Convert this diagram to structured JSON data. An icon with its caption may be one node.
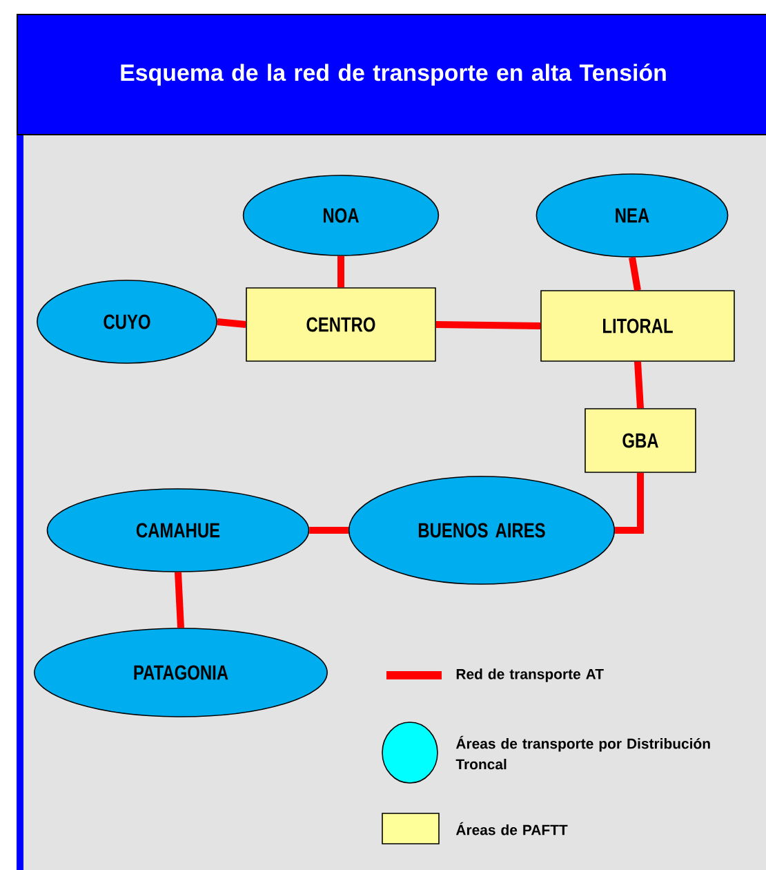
{
  "diagram": {
    "title": "Esquema de la red de transporte en alta Tensión",
    "nodes": [
      {
        "text": [
          "NOA"
        ]
      },
      {
        "text": [
          "NEA"
        ]
      },
      {
        "text": [
          "CUYO"
        ]
      },
      {
        "text": [
          "CENTRO"
        ]
      },
      {
        "text": [
          "LITORAL"
        ]
      },
      {
        "text": [
          "GBA"
        ]
      },
      {
        "text": [
          "BUENOS AIRES"
        ]
      },
      {
        "text": [
          "CAMAHUE"
        ]
      },
      {
        "text": [
          "PATAGONIA"
        ]
      }
    ],
    "edges": [
      {
        "from": 0,
        "to": 3,
        "arrow": "none"
      },
      {
        "from": 2,
        "to": 3,
        "arrow": "none"
      },
      {
        "from": 3,
        "to": 4,
        "arrow": "none"
      },
      {
        "from": 1,
        "to": 4,
        "arrow": "none"
      },
      {
        "from": 4,
        "to": 5,
        "arrow": "none"
      },
      {
        "from": 5,
        "to": 6,
        "arrow": "none"
      },
      {
        "from": 6,
        "to": 7,
        "arrow": "none"
      },
      {
        "from": 7,
        "to": 8,
        "arrow": "none"
      }
    ],
    "legend": [
      {
        "text": "Red de transporte AT"
      },
      {
        "text": "Áreas de transporte por Distribución Troncal",
        "color": "#00ffff"
      },
      {
        "text": "Áreas de PAFTT",
        "color": "#ffff99"
      }
    ]
  }
}
